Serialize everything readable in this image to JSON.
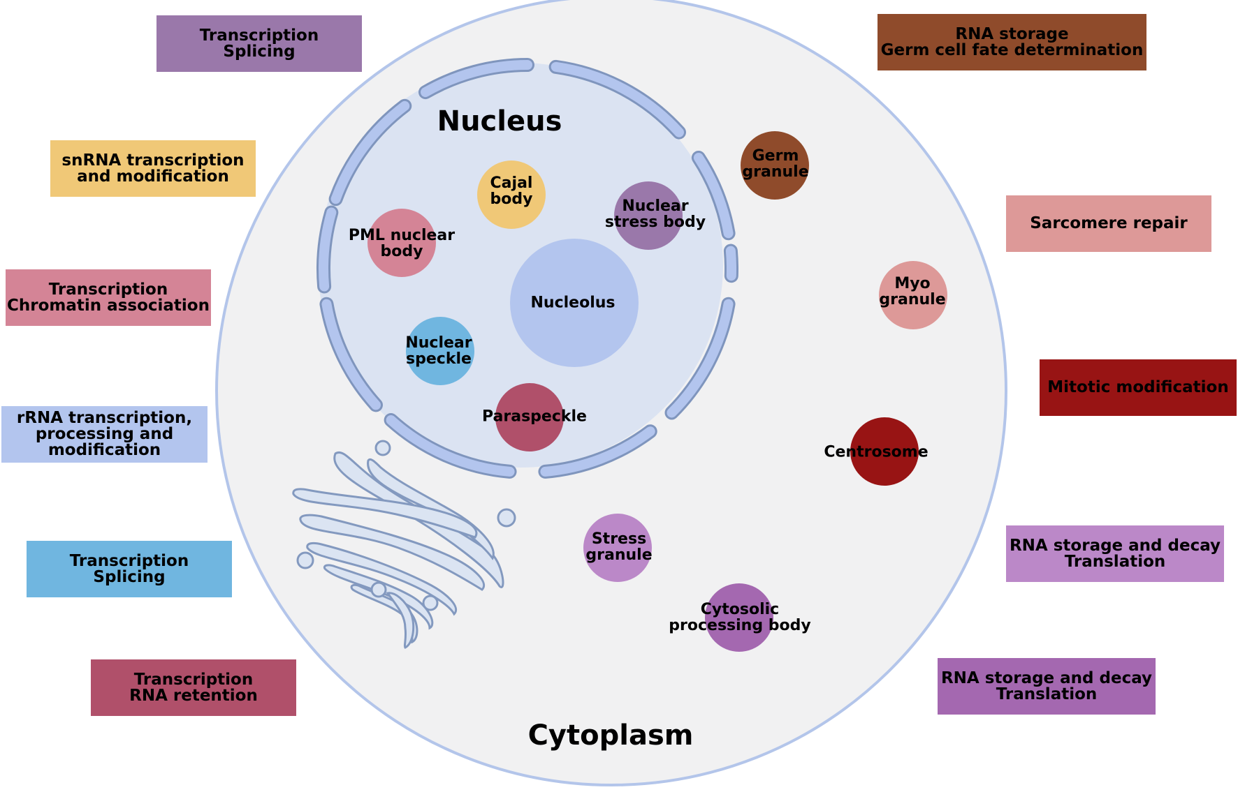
{
  "regions": {
    "nucleus": "Nucleus",
    "cytoplasm": "Cytoplasm"
  },
  "colors": {
    "cell_fill": "#f1f1f2",
    "cell_stroke": "#b3c5ea",
    "nucleus_fill": "#dbe3f2",
    "envelope_fill": "#b3c5ee",
    "envelope_stroke": "#7f95bd",
    "golgi_fill": "#dbe4f2",
    "golgi_stroke": "#8399bf"
  },
  "organelles": [
    {
      "id": "cajal",
      "label": "Cajal\nbody",
      "color": "#f0c877"
    },
    {
      "id": "nuclear-stress",
      "label": "Nuclear\nstress body",
      "color": "#9a78aa"
    },
    {
      "id": "pml",
      "label": "PML nuclear\nbody",
      "color": "#d48496"
    },
    {
      "id": "nucleolus",
      "label": "Nucleolus",
      "color": "#b3c5ee"
    },
    {
      "id": "nuclear-speckle",
      "label": "Nuclear\nspeckle",
      "color": "#70b6e0"
    },
    {
      "id": "paraspeckle",
      "label": "Paraspeckle",
      "color": "#b0506a"
    },
    {
      "id": "germ",
      "label": "Germ\ngranule",
      "color": "#8f4b2b"
    },
    {
      "id": "myo",
      "label": "Myo\ngranule",
      "color": "#dd9998"
    },
    {
      "id": "centrosome",
      "label": "Centrosome",
      "color": "#981414"
    },
    {
      "id": "stress",
      "label": "Stress\ngranule",
      "color": "#bb88c8"
    },
    {
      "id": "cytosolic-pb",
      "label": "Cytosolic\nprocessing body",
      "color": "#a468b0"
    }
  ],
  "function_boxes": [
    {
      "id": "cajal",
      "text": "snRNA transcription\nand modification",
      "color": "#f0c877"
    },
    {
      "id": "nuclear-stress",
      "text": "Transcription\nSplicing",
      "color": "#9a78aa"
    },
    {
      "id": "pml",
      "text": "Transcription\nChromatin association",
      "color": "#d48496"
    },
    {
      "id": "nucleolus",
      "text": "rRNA transcription,\nprocessing and\nmodification",
      "color": "#b3c5ee"
    },
    {
      "id": "nuclear-speckle",
      "text": "Transcription\nSplicing",
      "color": "#70b6e0"
    },
    {
      "id": "paraspeckle",
      "text": "Transcription\nRNA retention",
      "color": "#b0506a"
    },
    {
      "id": "germ",
      "text": "RNA storage\nGerm cell fate determination",
      "color": "#8f4b2b"
    },
    {
      "id": "myo",
      "text": "Sarcomere repair",
      "color": "#dd9998"
    },
    {
      "id": "centrosome",
      "text": "Mitotic modification",
      "color": "#981414"
    },
    {
      "id": "stress",
      "text": "RNA storage and decay\nTranslation",
      "color": "#bb88c8"
    },
    {
      "id": "cytosolic-pb",
      "text": "RNA storage and decay\nTranslation",
      "color": "#a468b0"
    }
  ]
}
